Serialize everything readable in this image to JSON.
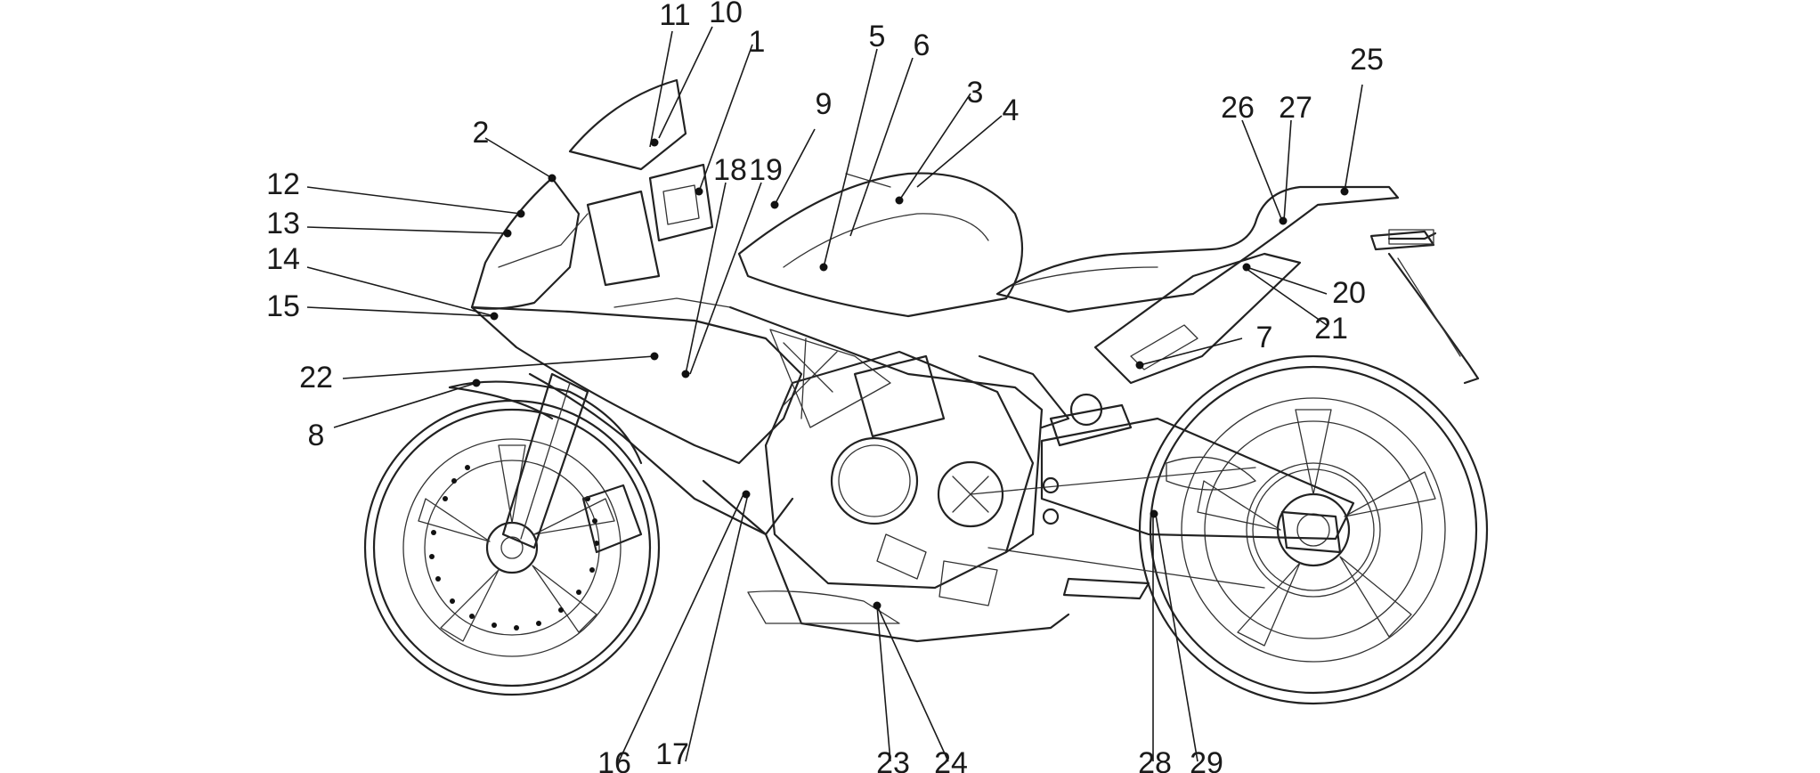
{
  "diagram": {
    "subject": "motorcycle-left-side-parts-diagram",
    "colors": {
      "line": "#222222",
      "background": "#ffffff"
    },
    "callouts": [
      {
        "number": "1"
      },
      {
        "number": "2"
      },
      {
        "number": "3"
      },
      {
        "number": "4"
      },
      {
        "number": "5"
      },
      {
        "number": "6"
      },
      {
        "number": "7"
      },
      {
        "number": "8"
      },
      {
        "number": "9"
      },
      {
        "number": "10"
      },
      {
        "number": "11"
      },
      {
        "number": "12"
      },
      {
        "number": "13"
      },
      {
        "number": "14"
      },
      {
        "number": "15"
      },
      {
        "number": "16"
      },
      {
        "number": "17"
      },
      {
        "number": "18"
      },
      {
        "number": "19"
      },
      {
        "number": "20"
      },
      {
        "number": "21"
      },
      {
        "number": "22"
      },
      {
        "number": "23"
      },
      {
        "number": "24"
      },
      {
        "number": "25"
      },
      {
        "number": "26"
      },
      {
        "number": "27"
      },
      {
        "number": "28"
      },
      {
        "number": "29"
      }
    ]
  }
}
